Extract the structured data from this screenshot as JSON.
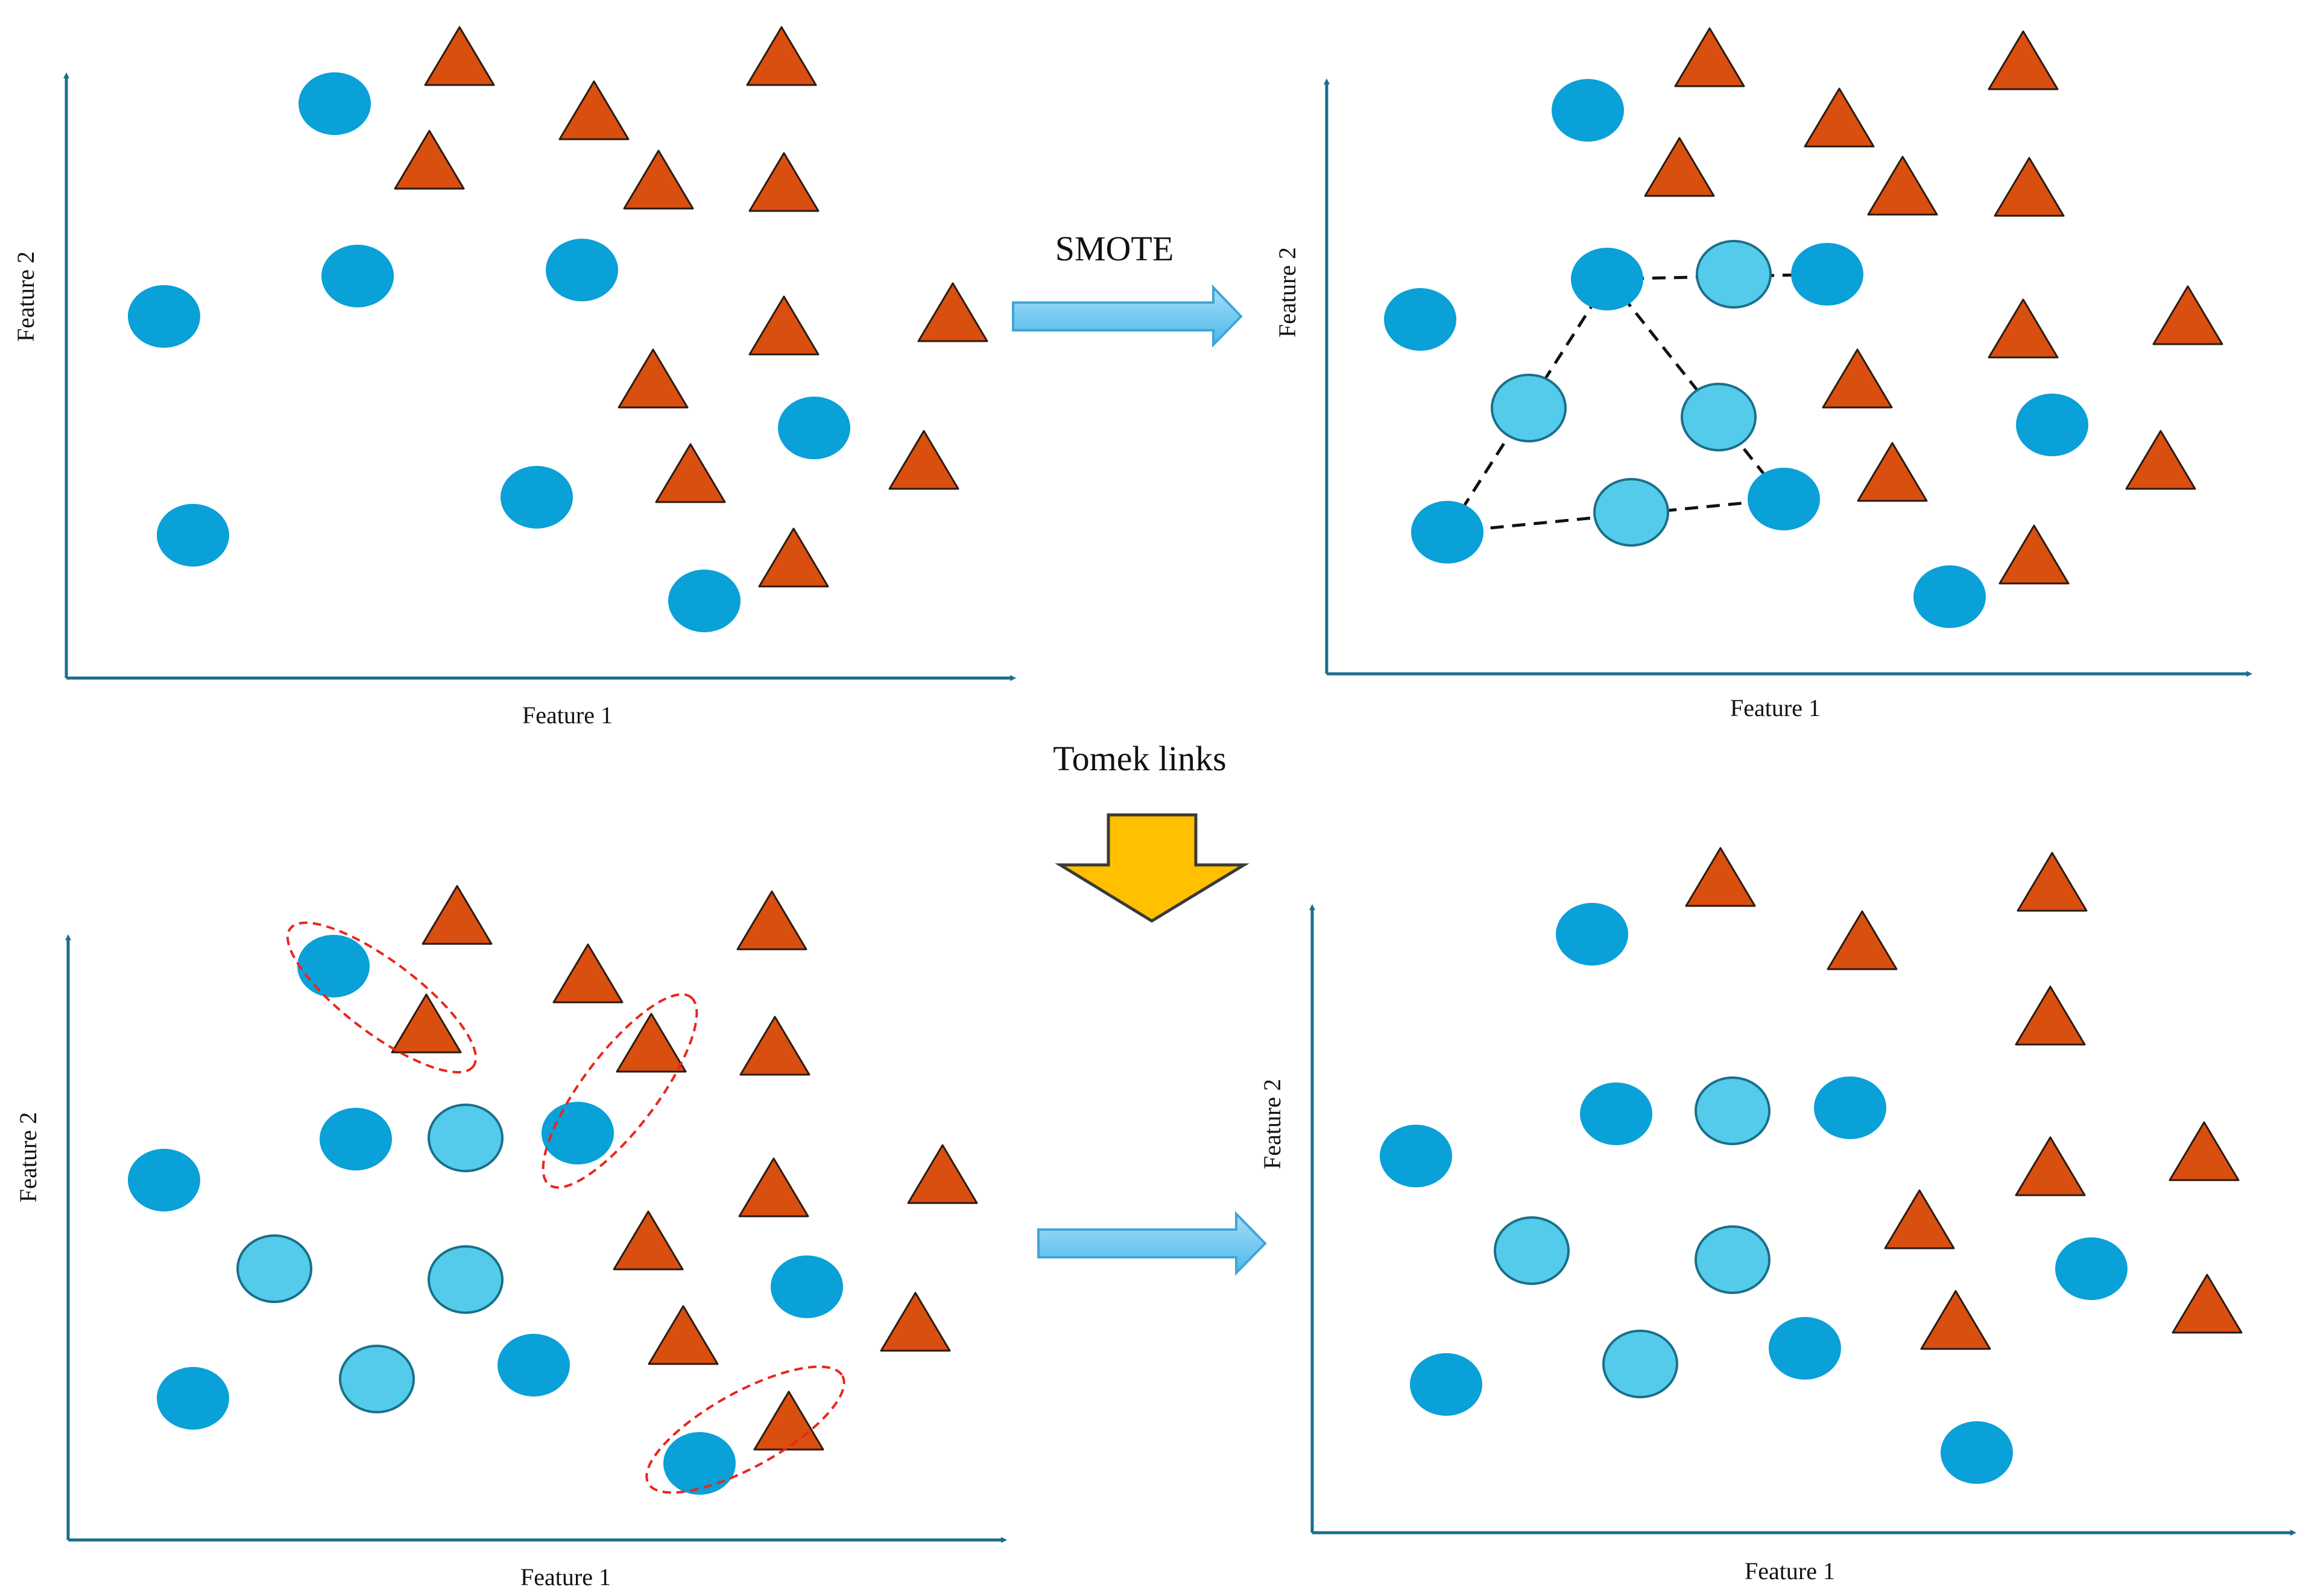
{
  "colors": {
    "axis": "#1a6e8e",
    "minority": "#0aa0d8",
    "synthetic": "#55cbeb",
    "synthetic_stroke": "#1a6f8a",
    "majority": "#d94f0f",
    "majority_stroke": "#2b1a10",
    "link_line": "#111111",
    "tomek_ellipse": "#e8261e",
    "step_arrow_light": "#a6def7",
    "step_arrow_dark": "#4cb8ea",
    "step_arrow_stroke": "#3fa6d6",
    "down_arrow_fill": "#ffc000",
    "down_arrow_stroke": "#3a3a3a"
  },
  "shape_icons": {
    "minority": "blue-circle-icon",
    "synthetic": "light-blue-circle-icon",
    "majority": "orange-triangle-icon"
  },
  "labels": {
    "smote": "SMOTE",
    "tomek": "Tomek links"
  },
  "panels": [
    {
      "id": "original",
      "xlabel": "Feature 1",
      "ylabel": "Feature 2"
    },
    {
      "id": "after-smote",
      "xlabel": "Feature 1",
      "ylabel": "Feature 2"
    },
    {
      "id": "tomek-detected",
      "xlabel": "Feature 1",
      "ylabel": "Feature 2"
    },
    {
      "id": "after-tomek",
      "xlabel": "Feature 1",
      "ylabel": "Feature 2"
    }
  ]
}
